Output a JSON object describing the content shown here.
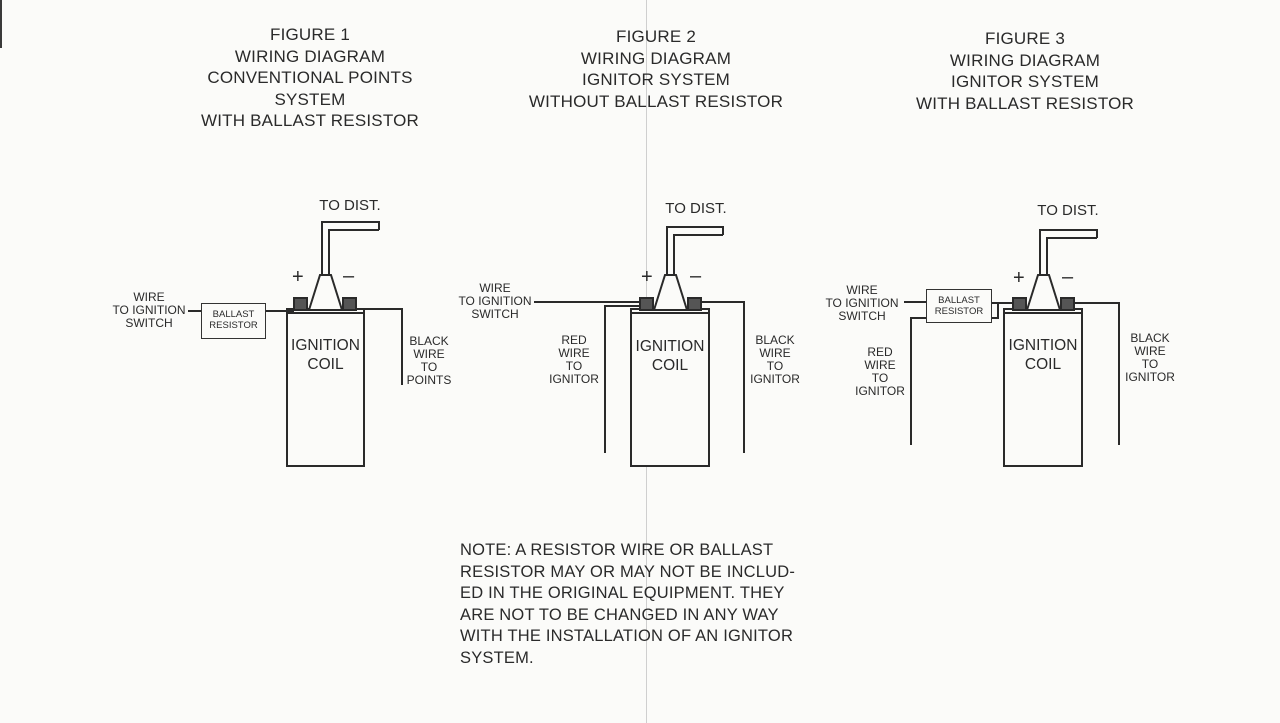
{
  "figures": [
    {
      "title_lines": [
        "FIGURE 1",
        "WIRING DIAGRAM",
        "CONVENTIONAL POINTS",
        "SYSTEM",
        "WITH BALLAST RESISTOR"
      ],
      "to_dist": "TO DIST.",
      "coil_lines": [
        "IGNITION",
        "COIL"
      ],
      "plus": "+",
      "minus": "–",
      "wire_switch_lines": [
        "WIRE",
        "TO IGNITION",
        "SWITCH"
      ],
      "ballast_lines": [
        "BALLAST",
        "RESISTOR"
      ],
      "right_wire_lines": [
        "BLACK",
        "WIRE",
        "TO",
        "POINTS"
      ]
    },
    {
      "title_lines": [
        "FIGURE 2",
        "WIRING DIAGRAM",
        "IGNITOR SYSTEM",
        "WITHOUT BALLAST RESISTOR"
      ],
      "to_dist": "TO DIST.",
      "coil_lines": [
        "IGNITION",
        "COIL"
      ],
      "plus": "+",
      "minus": "–",
      "wire_switch_lines": [
        "WIRE",
        "TO IGNITION",
        "SWITCH"
      ],
      "red_wire_lines": [
        "RED",
        "WIRE",
        "TO",
        "IGNITOR"
      ],
      "right_wire_lines": [
        "BLACK",
        "WIRE",
        "TO",
        "IGNITOR"
      ]
    },
    {
      "title_lines": [
        "FIGURE 3",
        "WIRING DIAGRAM",
        "IGNITOR SYSTEM",
        "WITH BALLAST RESISTOR"
      ],
      "to_dist": "TO DIST.",
      "coil_lines": [
        "IGNITION",
        "COIL"
      ],
      "plus": "+",
      "minus": "–",
      "wire_switch_lines": [
        "WIRE",
        "TO IGNITION",
        "SWITCH"
      ],
      "ballast_lines": [
        "BALLAST",
        "RESISTOR"
      ],
      "red_wire_lines": [
        "RED",
        "WIRE",
        "TO",
        "IGNITOR"
      ],
      "right_wire_lines": [
        "BLACK",
        "WIRE",
        "TO",
        "IGNITOR"
      ]
    }
  ],
  "note_lines": [
    "NOTE:   A RESISTOR WIRE OR BALLAST",
    "RESISTOR MAY OR MAY NOT BE INCLUD-",
    "ED IN THE ORIGINAL EQUIPMENT. THEY",
    "ARE NOT TO BE CHANGED IN ANY WAY",
    "WITH THE INSTALLATION OF AN IGNITOR",
    "SYSTEM."
  ],
  "colors": {
    "paper": "#fbfbf9",
    "ink": "#2a2a2a",
    "fold_line": "#cfcfcf"
  }
}
